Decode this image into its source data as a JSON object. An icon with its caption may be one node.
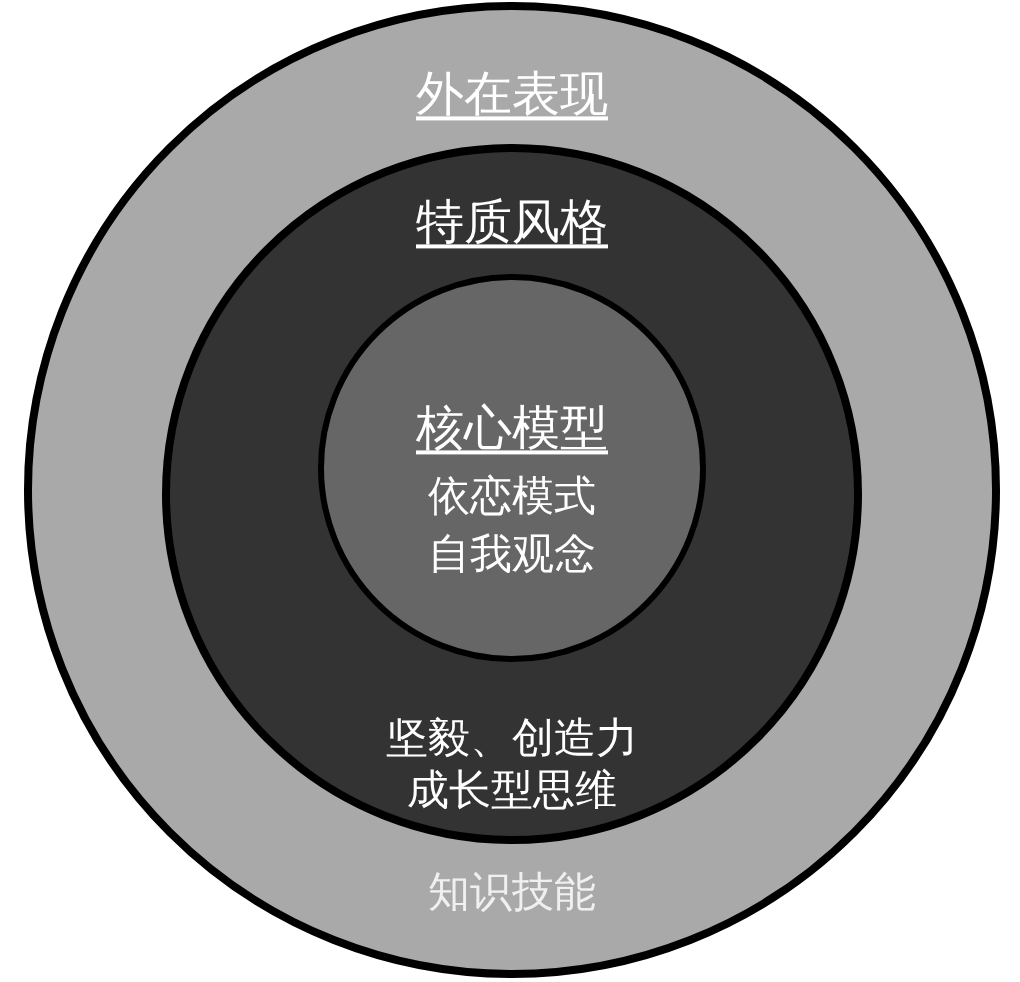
{
  "diagram": {
    "nodes": [
      {
        "text": [
          "外在表现",
          "知识技能"
        ]
      },
      {
        "text": [
          "特质风格",
          "坚毅、创造力",
          "成长型思维"
        ],
        "in": 0
      },
      {
        "text": [
          "核心模型",
          "依恋模式",
          "自我观念"
        ],
        "in": 1
      }
    ]
  }
}
